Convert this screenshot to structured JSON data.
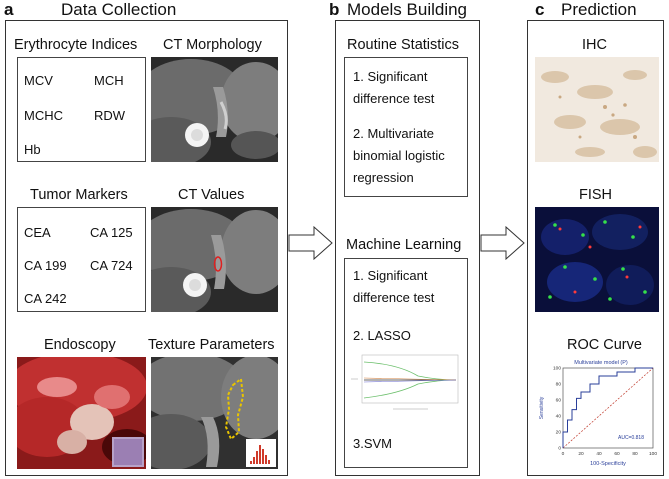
{
  "panels": {
    "a": {
      "letter": "a",
      "title": "Data  Collection"
    },
    "b": {
      "letter": "b",
      "title": "Models Building"
    },
    "c": {
      "letter": "c",
      "title": "Prediction"
    }
  },
  "data_collection": {
    "erythrocyte": {
      "title": "Erythrocyte Indices",
      "items": [
        "MCV",
        "MCH",
        "MCHC",
        "RDW",
        "Hb"
      ]
    },
    "ct_morphology": {
      "title": "CT Morphology"
    },
    "tumor_markers": {
      "title": "Tumor Markers",
      "items": [
        "CEA",
        "CA 125",
        "CA 199",
        "CA 724",
        "CA 242"
      ]
    },
    "ct_values": {
      "title": "CT Values"
    },
    "endoscopy": {
      "title": "Endoscopy"
    },
    "texture": {
      "title": "Texture Parameters"
    }
  },
  "models_building": {
    "routine": {
      "title": "Routine Statistics",
      "step1": [
        "1. Significant",
        "difference test"
      ],
      "step2": [
        "2. Multivariate",
        "binomial logistic",
        "regression"
      ]
    },
    "ml": {
      "title": "Machine Learning",
      "step1": [
        "1. Significant",
        "difference test"
      ],
      "step2": "2. LASSO",
      "step3": "3.SVM"
    }
  },
  "prediction": {
    "ihc": {
      "title": "IHC"
    },
    "fish": {
      "title": "FISH"
    },
    "roc": {
      "title": "ROC Curve",
      "chart_title": "Multivariate model (P)",
      "xlabel": "100-Specificity",
      "ylabel": "Sensitivity",
      "auc": "AUC=0.818",
      "xticks": [
        "0",
        "20",
        "40",
        "60",
        "80",
        "100"
      ],
      "yticks": [
        "0",
        "20",
        "40",
        "60",
        "80",
        "100"
      ]
    }
  },
  "colors": {
    "roc_line": "#2a3f9a",
    "diagonal": "#c0392b",
    "contour": "#e8c400",
    "roi": "#e02020"
  }
}
